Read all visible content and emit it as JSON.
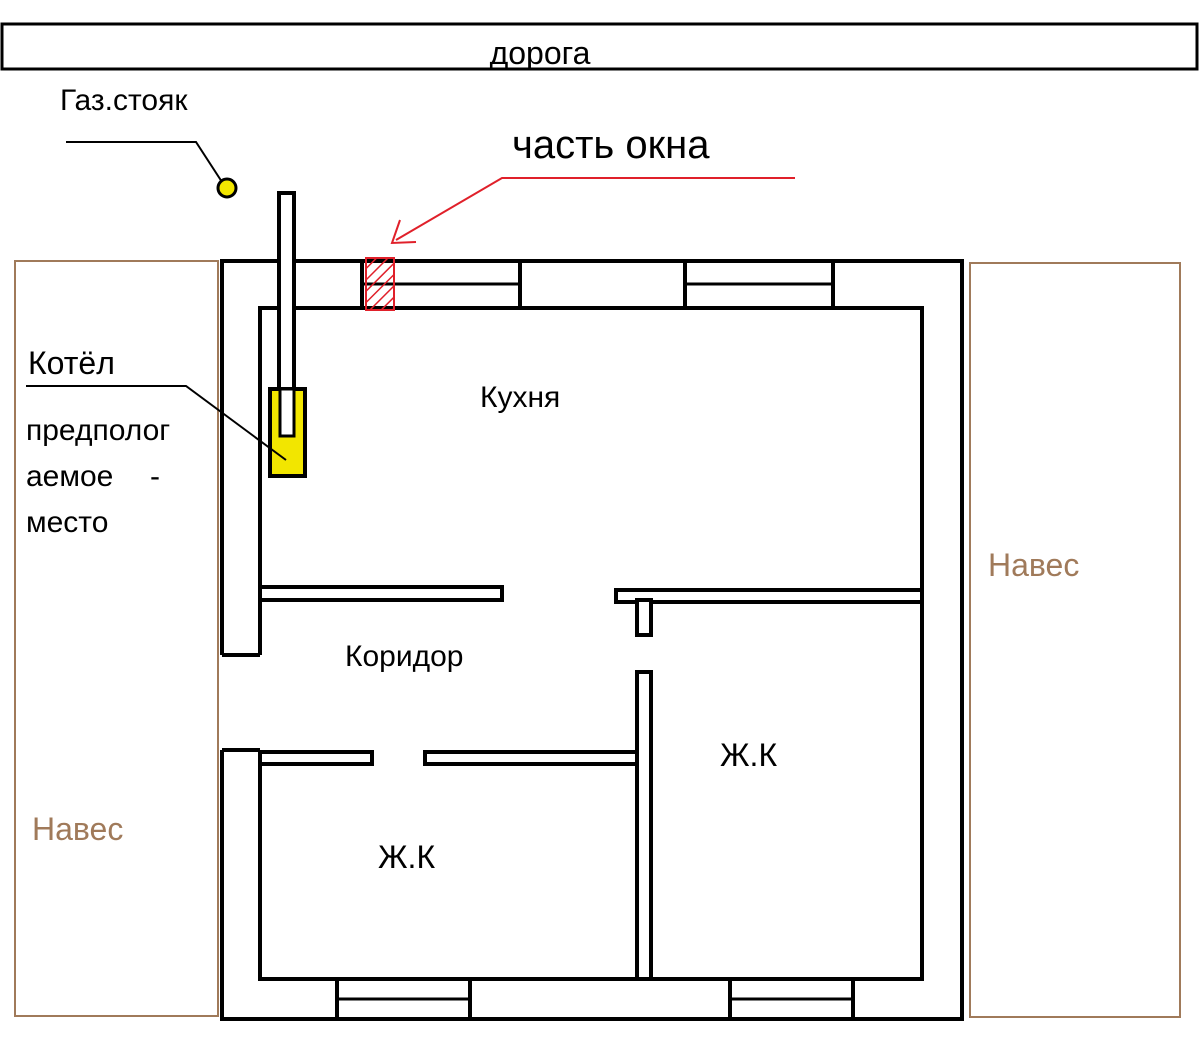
{
  "road": {
    "label": "дорога"
  },
  "gas_riser": {
    "label": "Газ.стояк"
  },
  "window_note": {
    "label": "часть окна"
  },
  "boiler": {
    "label": "Котёл",
    "note_line1": "предполог",
    "note_line2": "аемое",
    "note_dash": "-",
    "note_line3": "место"
  },
  "rooms": {
    "kitchen": "Кухня",
    "corridor": "Коридор",
    "bedroom_left": "Ж.К",
    "bedroom_right": "Ж.К"
  },
  "canopies": {
    "left": "Навес",
    "right": "Навес"
  },
  "colors": {
    "wall": "#000000",
    "canopy_border": "#a07a5a",
    "canopy_text": "#a07a5a",
    "arrow": "#e0202a",
    "boiler_fill": "#f2e600",
    "gas_dot": "#f2e600",
    "window_hatch": "#e0202a"
  }
}
